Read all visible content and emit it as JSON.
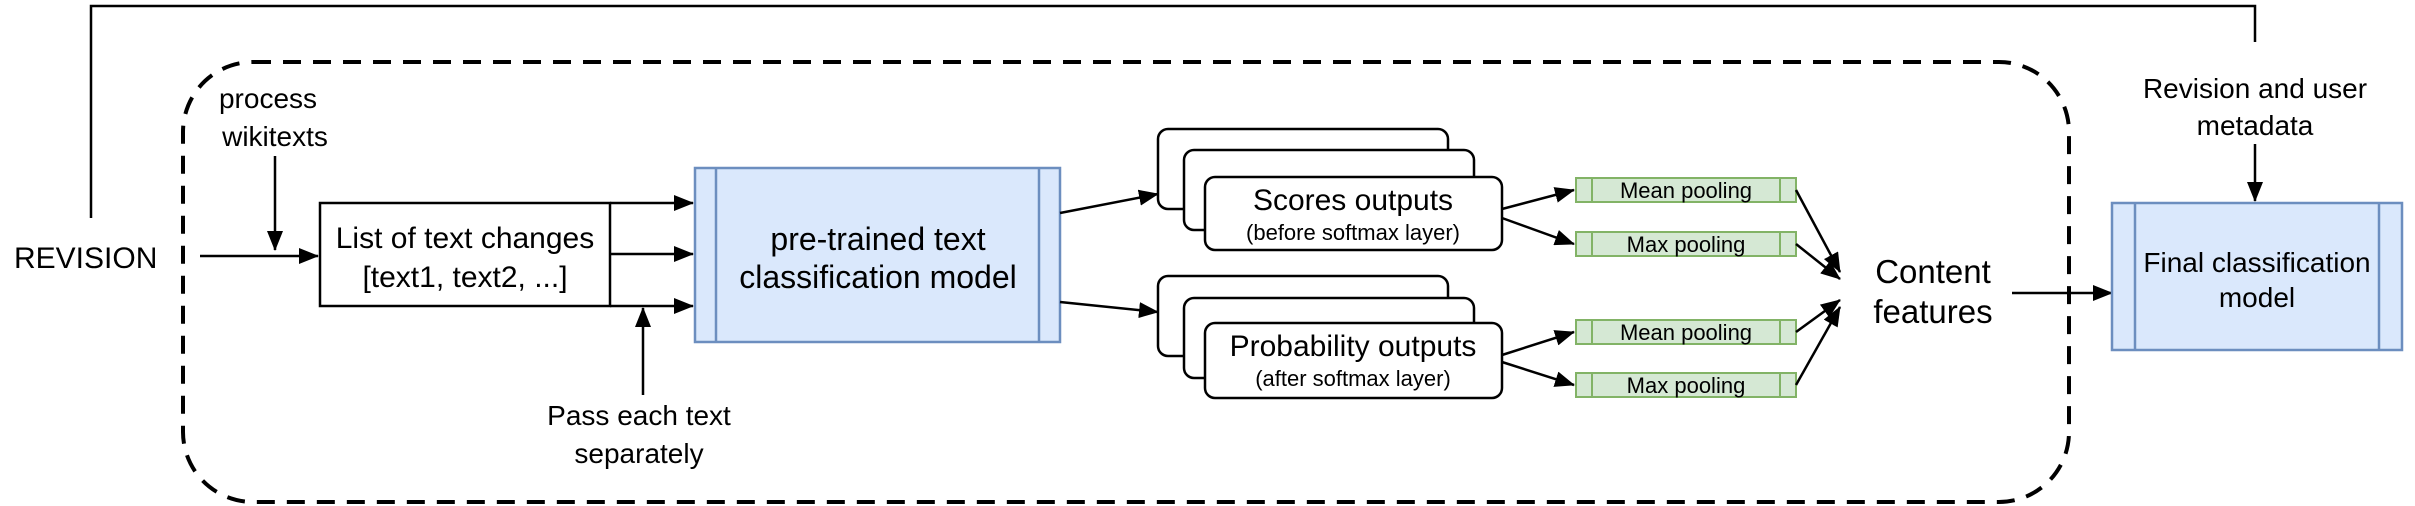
{
  "labels": {
    "revision": "REVISION",
    "process_line1": "process",
    "process_line2": "wikitexts",
    "pass_line1": "Pass each text",
    "pass_line2": "separately",
    "metadata_line1": "Revision and user",
    "metadata_line2": "metadata",
    "content_line1": "Content",
    "content_line2": "features"
  },
  "nodes": {
    "text_changes_line1": "List of text changes",
    "text_changes_line2": "[text1, text2, ...]",
    "pretrained_line1": "pre-trained text",
    "pretrained_line2": "classification model",
    "scores_title": "Scores outputs",
    "scores_subtitle": "(before softmax layer)",
    "prob_title": "Probability outputs",
    "prob_subtitle": "(after softmax layer)",
    "scores_mean": "Mean pooling",
    "scores_max": "Max pooling",
    "prob_mean": "Mean pooling",
    "prob_max": "Max pooling",
    "final_line1": "Final classification",
    "final_line2": "model"
  },
  "colors": {
    "model_fill": "#dae8fc",
    "model_stroke": "#6c8ebf",
    "pool_fill": "#d5e8d4",
    "pool_stroke": "#82b366",
    "line": "#000000"
  }
}
